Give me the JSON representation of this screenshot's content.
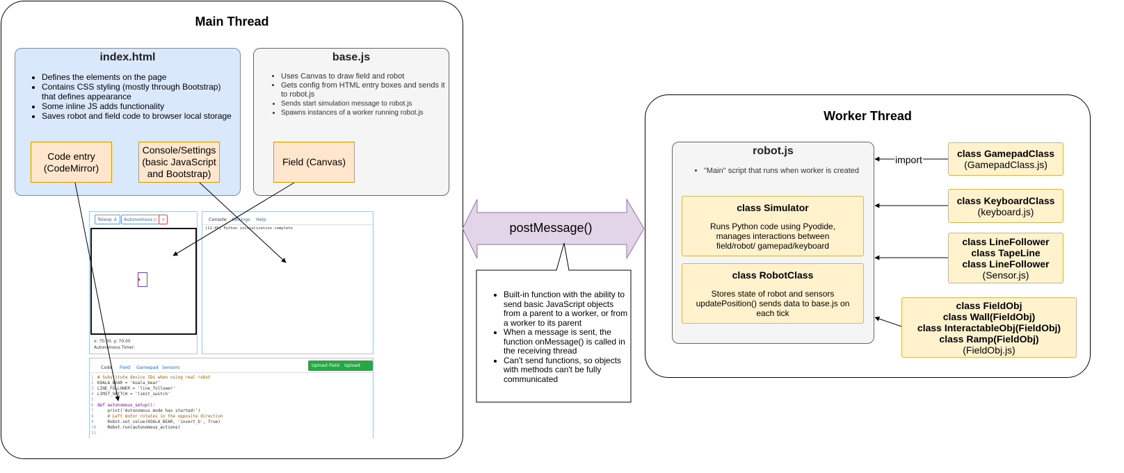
{
  "main_thread": {
    "title": "Main Thread",
    "index_html": {
      "title": "index.html",
      "bullets": [
        "Defines the elements on the page",
        "Contains CSS styling (mostly through Bootstrap) that defines appearance",
        "Some inline JS adds functionality",
        "Saves robot and field code to browser local storage"
      ],
      "code_entry": "Code entry (CodeMirror)",
      "console_settings": "Console/Settings (basic JavaScript and Bootstrap)"
    },
    "base_js": {
      "title": "base.js",
      "bullets": [
        "Uses Canvas to draw field and robot",
        "Gets config from HTML entry boxes and sends it to robot.js",
        "Sends start simulation message to robot.js",
        "Spawns instances of a worker running robot.js"
      ],
      "field_canvas": "Field (Canvas)"
    },
    "screenshot": {
      "teleop_btn": "Teleop ⚓",
      "autonomous_btn": "Autonomous ▷",
      "close_btn": "×",
      "coords": "x: 70.00, y: 70.00",
      "timer": "Autonomous Timer:",
      "console_tabs": [
        "Console",
        "Settings",
        "Help"
      ],
      "console_output": "[11:45] Python initialization complete",
      "code_tabs": [
        "Code",
        "Field",
        "Gamepad",
        "Sensors"
      ],
      "upload_field": "Upload Field",
      "upload_code": "Upload Code",
      "code_lines": [
        {
          "n": "1",
          "t": "# Substitute device IDs when using real robot"
        },
        {
          "n": "2",
          "t": "KOALA_BEAR = 'koala_bear'"
        },
        {
          "n": "3",
          "t": "LINE_FOLLOWER = 'line_follower'"
        },
        {
          "n": "4",
          "t": "LIMIT_SWITCH = 'limit_switch'"
        },
        {
          "n": "5",
          "t": ""
        },
        {
          "n": "6",
          "t": "def autonomous_setup():"
        },
        {
          "n": "7",
          "t": "    print('Autonomous mode has started!')"
        },
        {
          "n": "8",
          "t": "    # Left motor rotates in the opposite direction"
        },
        {
          "n": "9",
          "t": "    Robot.set_value(KOALA_BEAR, 'invert_b', True)"
        },
        {
          "n": "10",
          "t": "    Robot.run(autonomous_actions)"
        },
        {
          "n": "11",
          "t": ""
        }
      ]
    }
  },
  "post_message": {
    "label": "postMessage()",
    "bullets": [
      "Built-in function with the ability to send basic JavaScript objects from a parent to a worker, or from a worker to its parent",
      "When a message is sent, the function onMessage() is called in the receiving thread",
      "Can't send functions, so objects with methods can't be fully communicated"
    ]
  },
  "worker_thread": {
    "title": "Worker Thread",
    "robot_js": {
      "title": "robot.js",
      "bullet": "\"Main\" script that runs when worker is created",
      "simulator_title": "class Simulator",
      "simulator_body": "Runs Python code using Pyodide, manages interactions between field/robot/ gamepad/keyboard",
      "robot_class_title": "class RobotClass",
      "robot_class_body": "Stores state of robot and sensors updatePosition() sends data to base.js on each tick"
    },
    "import_label": "import",
    "gamepad": {
      "title": "class GamepadClass",
      "file": "(GamepadClass.js)"
    },
    "keyboard": {
      "title": "class KeyboardClass",
      "file": "(keyboard.js)"
    },
    "sensor": {
      "titles": [
        "class LineFollower",
        "class TapeLine",
        "class LineFollower"
      ],
      "file": "(Sensor.js)"
    },
    "fieldobj": {
      "titles": [
        "class FieldObj",
        "class Wall(FieldObj)",
        "class InteractableObj(FieldObj)",
        "class Ramp(FieldObj)"
      ],
      "file": "(FieldObj.js)"
    }
  },
  "colors": {
    "blue_fill": "#dae8fc",
    "gray_fill": "#f5f5f5",
    "orange_fill": "#ffe6cc",
    "yellow_fill": "#fff2cc",
    "purple_arrow": "#e1d5e7"
  }
}
